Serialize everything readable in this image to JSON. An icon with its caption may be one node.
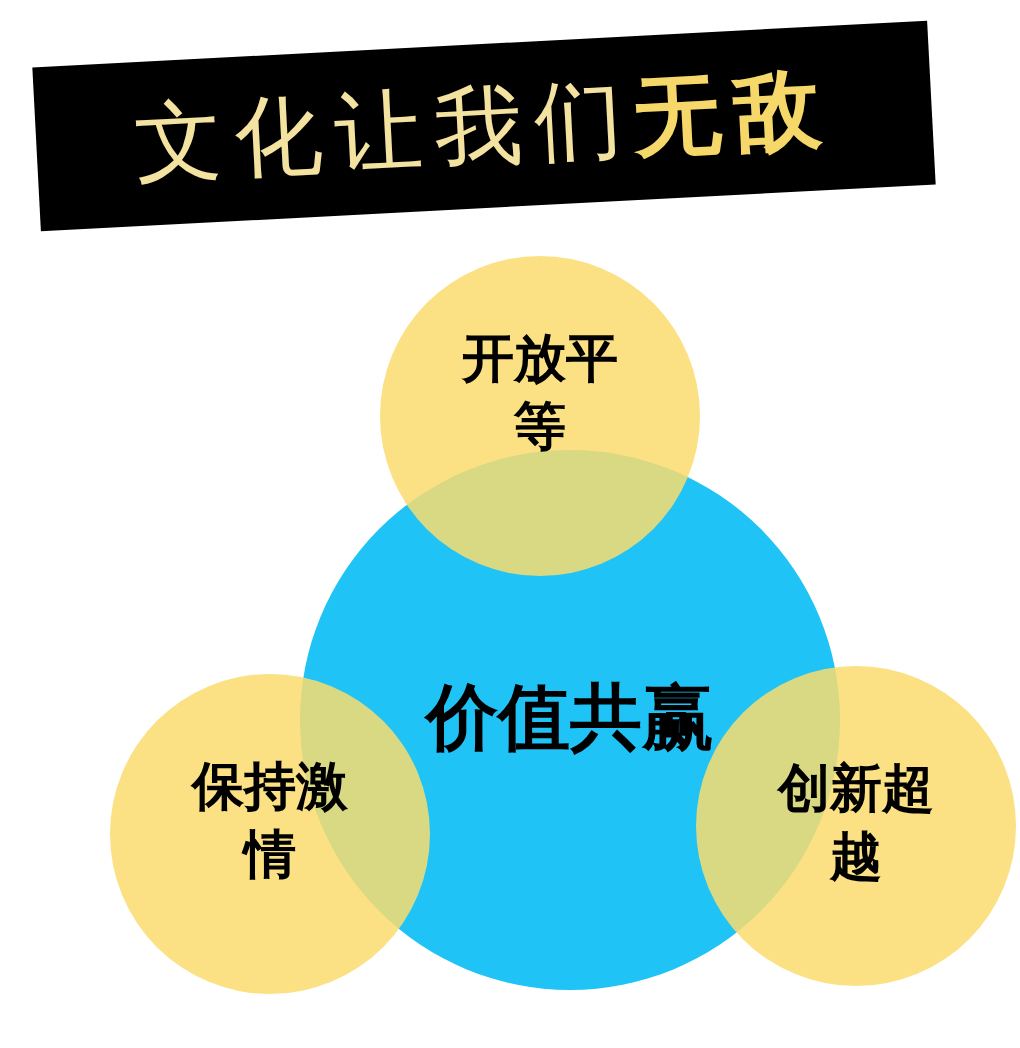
{
  "diagram": {
    "title": "文化让我们**无敌**",
    "nodes": [
      {
        "text": [
          "价值共赢"
        ]
      },
      {
        "text": [
          "开放平等"
        ]
      },
      {
        "text": [
          "保持激情"
        ]
      },
      {
        "text": [
          "创新超越"
        ]
      }
    ]
  }
}
